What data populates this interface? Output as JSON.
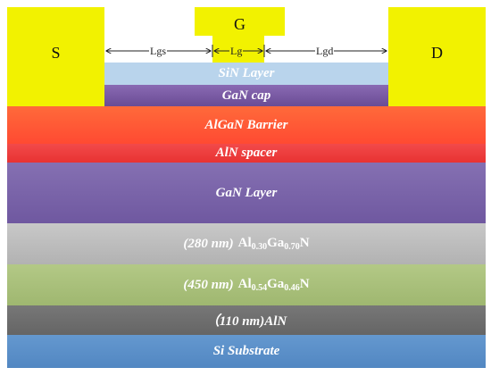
{
  "contacts": {
    "source": "S",
    "gate": "G",
    "drain": "D"
  },
  "dimensions": {
    "gate_source": "Lgs",
    "gate_length": "Lg",
    "gate_drain": "Lgd"
  },
  "layers": {
    "sin": "SiN Layer",
    "gan_cap": "GaN cap",
    "algan_barrier": "AlGaN Barrier",
    "aln_spacer": "AlN spacer",
    "gan_layer": "GaN Layer",
    "algan_1": {
      "thickness": "(280 nm)",
      "el1": "Al",
      "sub1": "0.30",
      "el2": "Ga",
      "sub2": "0.70",
      "el3": "N"
    },
    "algan_2": {
      "thickness": "(450 nm)",
      "el1": "Al",
      "sub1": "0.54",
      "el2": "Ga",
      "sub2": "0.46",
      "el3": "N"
    },
    "aln": "（110 nm)AlN",
    "substrate": "Si Substrate"
  },
  "colors": {
    "contact": "#f2f200",
    "sin": "#b9d4ec",
    "gan_cap": "#7b5aa6",
    "algan_barrier": "#ff5a36",
    "aln_spacer": "#ef3b3b",
    "gan_layer": "#7b62a8",
    "algan_1": "#bdbdbd",
    "algan_2": "#a9c17a",
    "aln": "#6f6f6f",
    "substrate": "#5b8fc9"
  }
}
